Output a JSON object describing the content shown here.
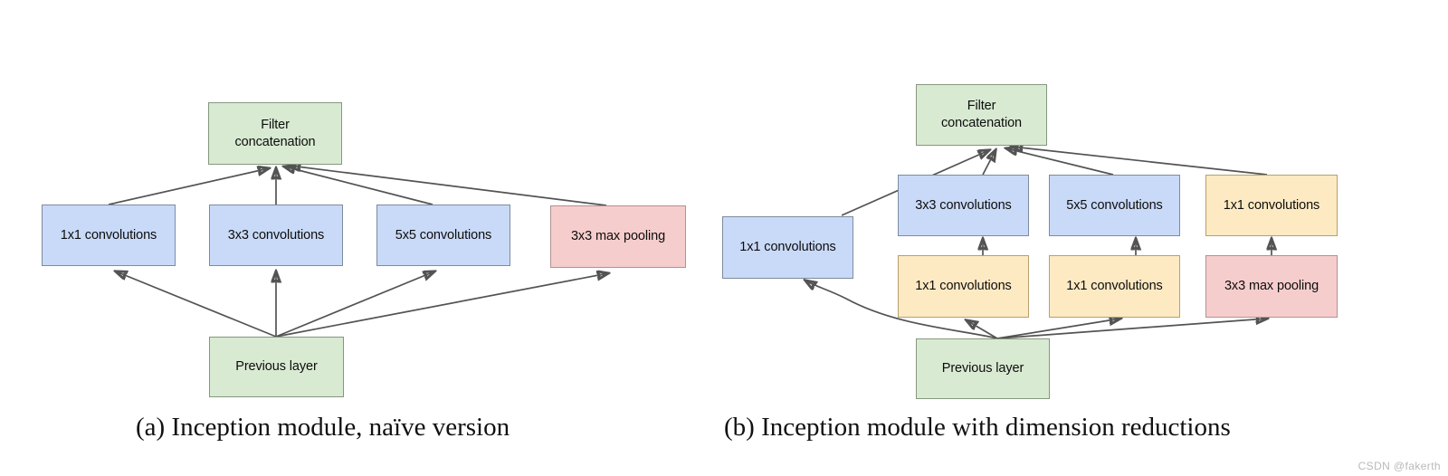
{
  "figure": {
    "watermark": "CSDN @fakerth",
    "palette": {
      "green": "#d9ead3",
      "blue": "#c9daf8",
      "pink": "#f6cdcd",
      "amber": "#fdeac3",
      "edge": "#535353",
      "background": "#ffffff"
    }
  },
  "panel_a": {
    "caption": "(a)  Inception module, naïve version",
    "output_node": "Filter\nconcatenation",
    "input_node": "Previous layer",
    "branches": [
      {
        "label": "1x1 convolutions",
        "color": "blue"
      },
      {
        "label": "3x3 convolutions",
        "color": "blue"
      },
      {
        "label": "5x5 convolutions",
        "color": "blue"
      },
      {
        "label": "3x3 max pooling",
        "color": "pink"
      }
    ]
  },
  "panel_b": {
    "caption": "(b)  Inception module with dimension reductions",
    "output_node": "Filter\nconcatenation",
    "input_node": "Previous layer",
    "direct_branch": {
      "label": "1x1 convolutions",
      "color": "blue"
    },
    "reduction_branches": [
      {
        "reduce": "1x1 convolutions",
        "reduce_color": "amber",
        "op": "3x3 convolutions",
        "op_color": "blue"
      },
      {
        "reduce": "1x1 convolutions",
        "reduce_color": "amber",
        "op": "5x5 convolutions",
        "op_color": "blue"
      },
      {
        "reduce": "3x3 max pooling",
        "reduce_color": "pink",
        "op": "1x1 convolutions",
        "op_color": "amber"
      }
    ]
  }
}
